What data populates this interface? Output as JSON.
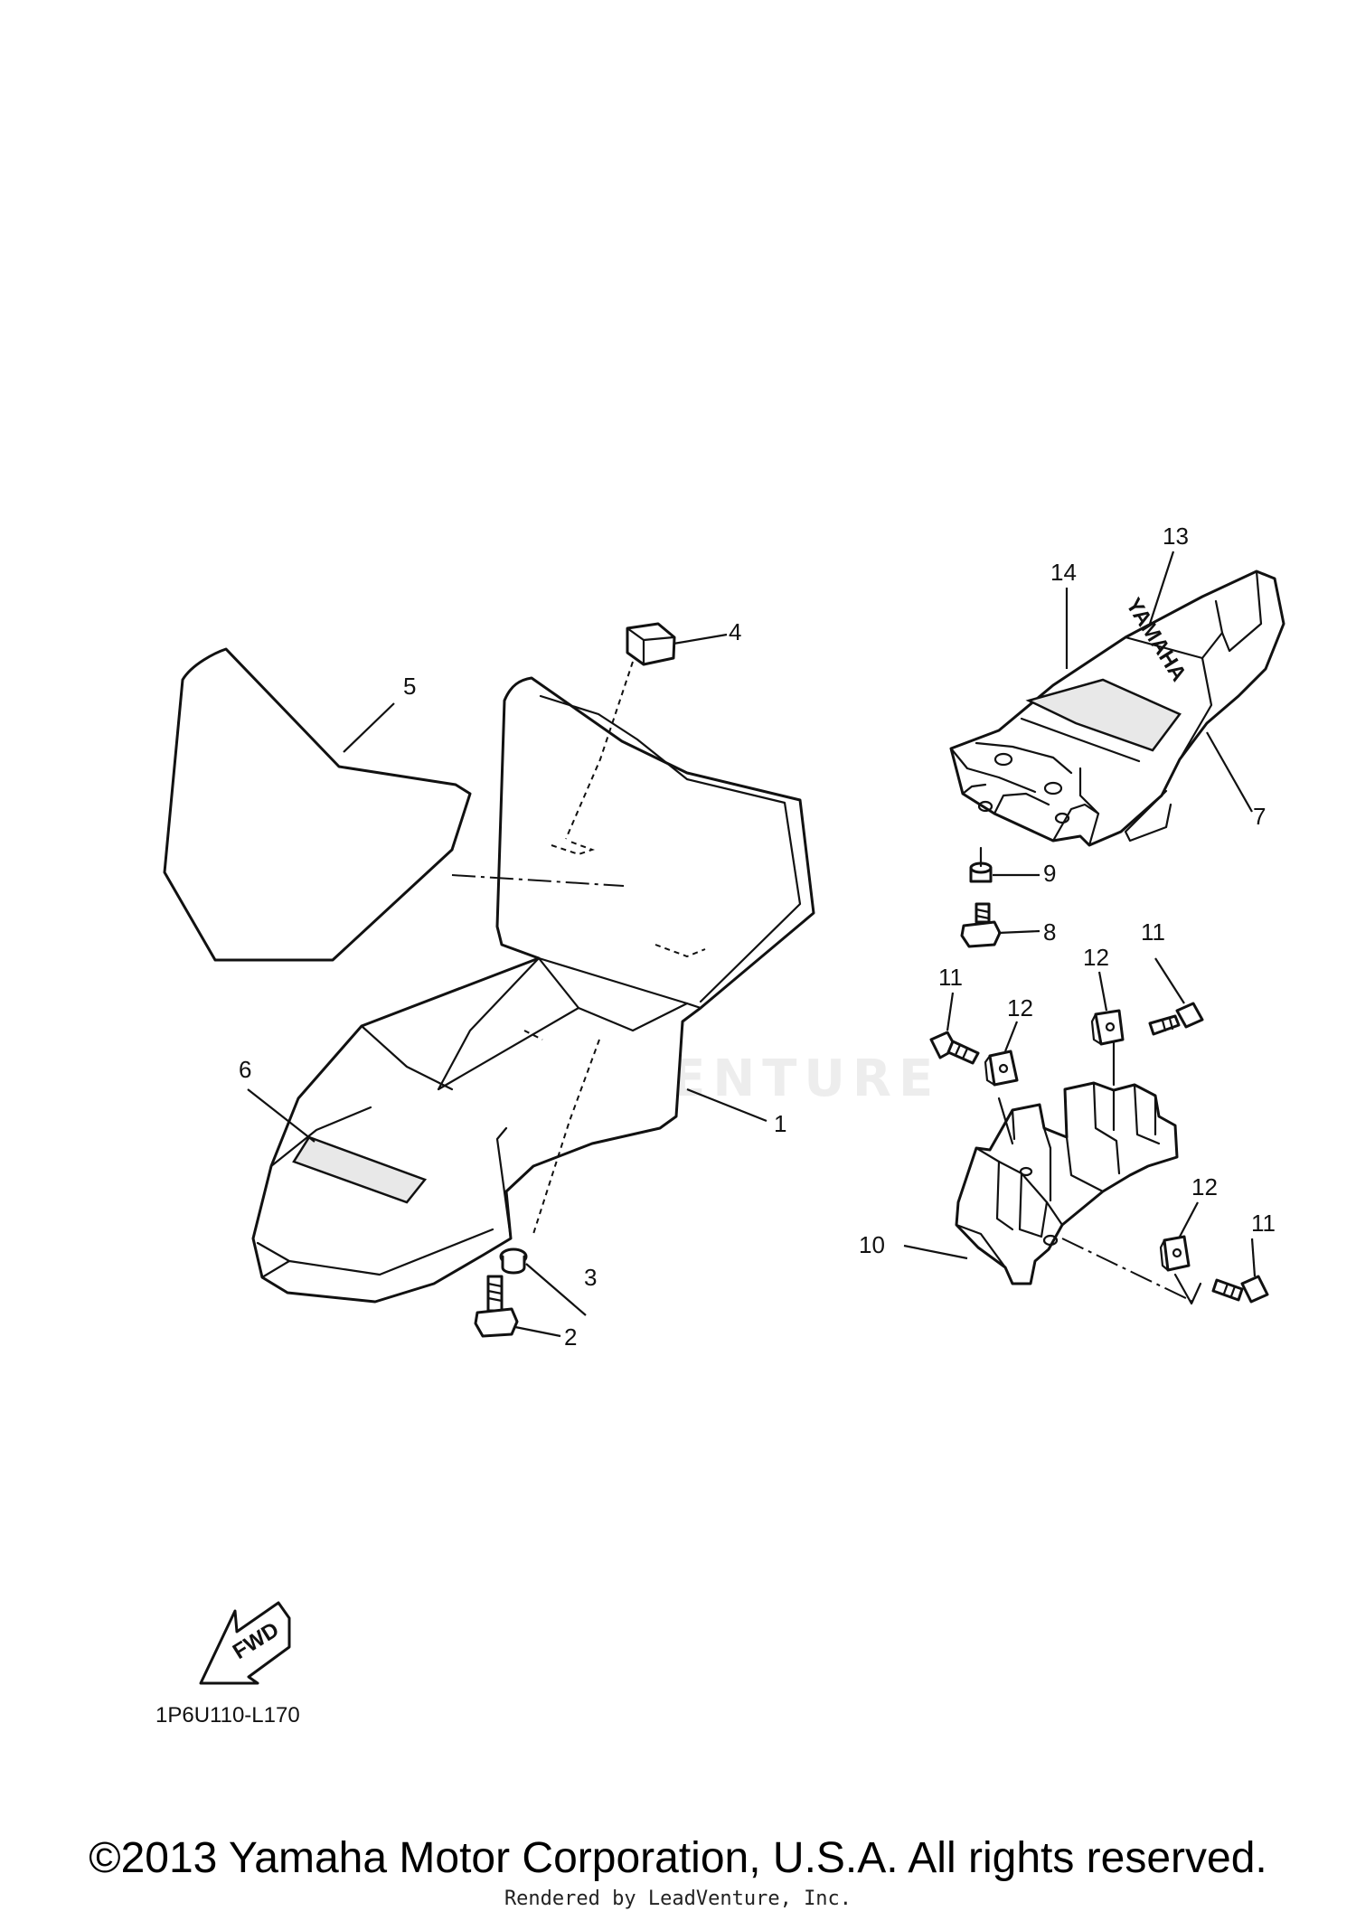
{
  "diagram": {
    "callouts": {
      "c1": "1",
      "c2": "2",
      "c3": "3",
      "c4": "4",
      "c5": "5",
      "c6": "6",
      "c7": "7",
      "c8": "8",
      "c9": "9",
      "c10": "10",
      "c11a": "11",
      "c11b": "11",
      "c11c": "11",
      "c12a": "12",
      "c12b": "12",
      "c12c": "12",
      "c13": "13",
      "c14": "14"
    },
    "seat_logo": "YAMAHA",
    "fwd_label": "FWD",
    "diagram_code": "1P6U110-L170",
    "watermark": "LEADVENTURE"
  },
  "footer": {
    "copyright": "©2013 Yamaha Motor Corporation, U.S.A. All rights reserved.",
    "rendered_by": "Rendered by LeadVenture, Inc."
  }
}
